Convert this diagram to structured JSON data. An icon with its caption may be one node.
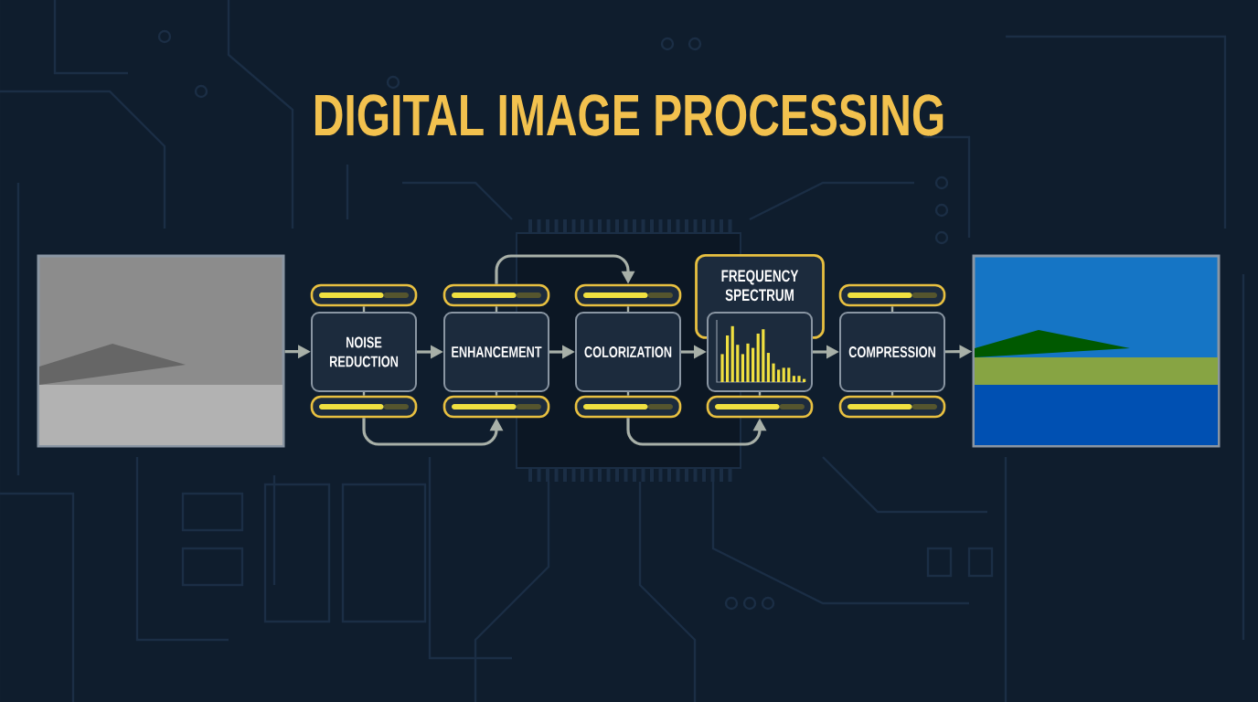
{
  "diagram": {
    "title": "DIGITAL IMAGE PROCESSING",
    "nodes": [
      {
        "text": [],
        "shape": "picture"
      },
      {
        "text": [],
        "shape": "bar"
      },
      {
        "text": [
          "NOISE REDUCTION"
        ]
      },
      {
        "text": [],
        "shape": "bar"
      },
      {
        "text": [],
        "shape": "bar"
      },
      {
        "text": [
          "ENHANCEMENT"
        ]
      },
      {
        "text": [],
        "shape": "bar"
      },
      {
        "text": [],
        "shape": "bar"
      },
      {
        "text": [
          "COLORIZATION"
        ]
      },
      {
        "text": [],
        "shape": "bar"
      },
      {
        "text": [
          "FREQUENCY SPECTRUM"
        ]
      },
      {
        "text": [],
        "shape": "picture"
      },
      {
        "text": [],
        "shape": "bar"
      },
      {
        "text": [],
        "shape": "bar"
      },
      {
        "text": [
          "COMPRESSION"
        ]
      },
      {
        "text": [],
        "shape": "bar"
      },
      {
        "text": [],
        "shape": "picture"
      }
    ],
    "edges": [
      {
        "from": 0,
        "to": 2,
        "arrow": "to"
      },
      {
        "from": 2,
        "to": 5,
        "arrow": "to"
      },
      {
        "from": 5,
        "to": 8,
        "arrow": "to"
      },
      {
        "from": 8,
        "to": 11,
        "arrow": "to"
      },
      {
        "from": 11,
        "to": 14,
        "arrow": "to"
      },
      {
        "from": 14,
        "to": 16,
        "arrow": "to"
      },
      {
        "from": 1,
        "to": 2,
        "arrow": "none"
      },
      {
        "from": 2,
        "to": 3,
        "arrow": "none"
      },
      {
        "from": 4,
        "to": 5,
        "arrow": "none"
      },
      {
        "from": 5,
        "to": 6,
        "arrow": "none"
      },
      {
        "from": 7,
        "to": 8,
        "arrow": "none"
      },
      {
        "from": 8,
        "to": 9,
        "arrow": "none"
      },
      {
        "from": 11,
        "to": 12,
        "arrow": "none"
      },
      {
        "from": 13,
        "to": 14,
        "arrow": "none"
      },
      {
        "from": 14,
        "to": 15,
        "arrow": "none"
      },
      {
        "from": 3,
        "to": 6,
        "arrow": "to"
      },
      {
        "from": 4,
        "to": 7,
        "arrow": "to"
      },
      {
        "from": 9,
        "to": 12,
        "arrow": "to"
      }
    ]
  }
}
